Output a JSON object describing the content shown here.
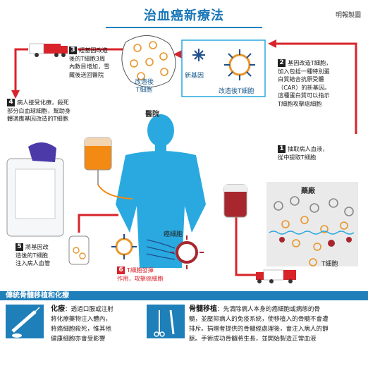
{
  "header": {
    "title": "治血癌新療法",
    "credit": "明報製圖"
  },
  "labels": {
    "hospital": "醫院",
    "factory": "藥廠",
    "modified_t_cell_top": "改造後\nT細胞",
    "new_gene": "新基因",
    "modified_t_cell_box": "改造後T細胞",
    "cancer_cell": "癌細胞",
    "t_cell": "T細胞"
  },
  "steps": [
    {
      "num": "1",
      "text": "抽取病人血液，\n從中提取T細胞"
    },
    {
      "num": "2",
      "text": "基因改造T細胞，\n加入包括一種特別蛋\n白質結合抗原受體\n（CAR）的新基因。\n這種蛋白質可以指示\nT細胞攻擊癌細胞"
    },
    {
      "num": "3",
      "text": "經基因改造\n後的T細胞3周\n內數目增加，雪\n藏後送回醫院"
    },
    {
      "num": "4",
      "text": "病人接受化療，殺死\n部分白血球細胞，幫助身\n體適應基因改造的T細胞"
    },
    {
      "num": "5",
      "text": "將基因改\n造後的T細胞\n注入病人血管"
    },
    {
      "num": "6",
      "text": "T細胞發揮\n作用，攻擊癌細胞"
    }
  ],
  "traditional": {
    "section_title": "傳統骨髓移植和化療",
    "chemo_title": "化療",
    "chemo_text": "：透過口服或注射\n將化療藥物注入體內，\n將癌細胞殺死，惟其他\n健康細胞亦會受影響",
    "bmt_title": "骨髓移植",
    "bmt_text": "：先清除病人本身的癌細胞或病態的骨\n髓，並壓抑病人的免疫系統，使移植入的骨髓不會遭\n排斥。捐贈者提供的骨髓經處理後，會注入病人的靜\n脈。手術成功骨髓將生長，並開始製造正常血液"
  },
  "colors": {
    "accent": "#1f7fb9",
    "arrow": "#d8232a",
    "body": "#29a9e0",
    "cancer": "#a8272e"
  }
}
